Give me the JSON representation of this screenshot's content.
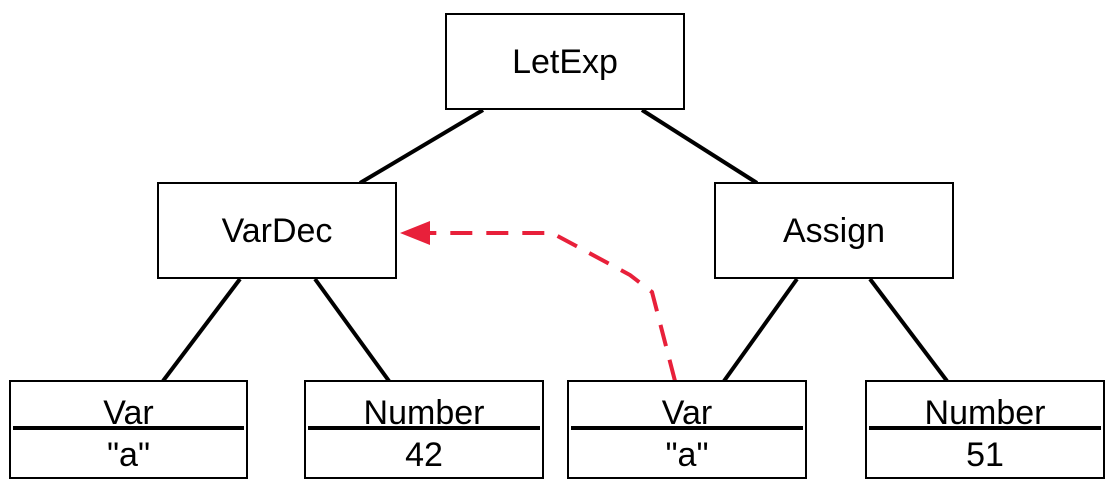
{
  "nodes": {
    "letexp": "LetExp",
    "vardec": "VarDec",
    "assign": "Assign"
  },
  "leaves": {
    "var_a_left": {
      "type": "Var",
      "value": "\"a\""
    },
    "number_42": {
      "type": "Number",
      "value": "42"
    },
    "var_a_right": {
      "type": "Var",
      "value": "\"a\""
    },
    "number_51": {
      "type": "Number",
      "value": "51"
    }
  },
  "colors": {
    "edge": "#000000",
    "reference_arrow": "#e8203a"
  }
}
